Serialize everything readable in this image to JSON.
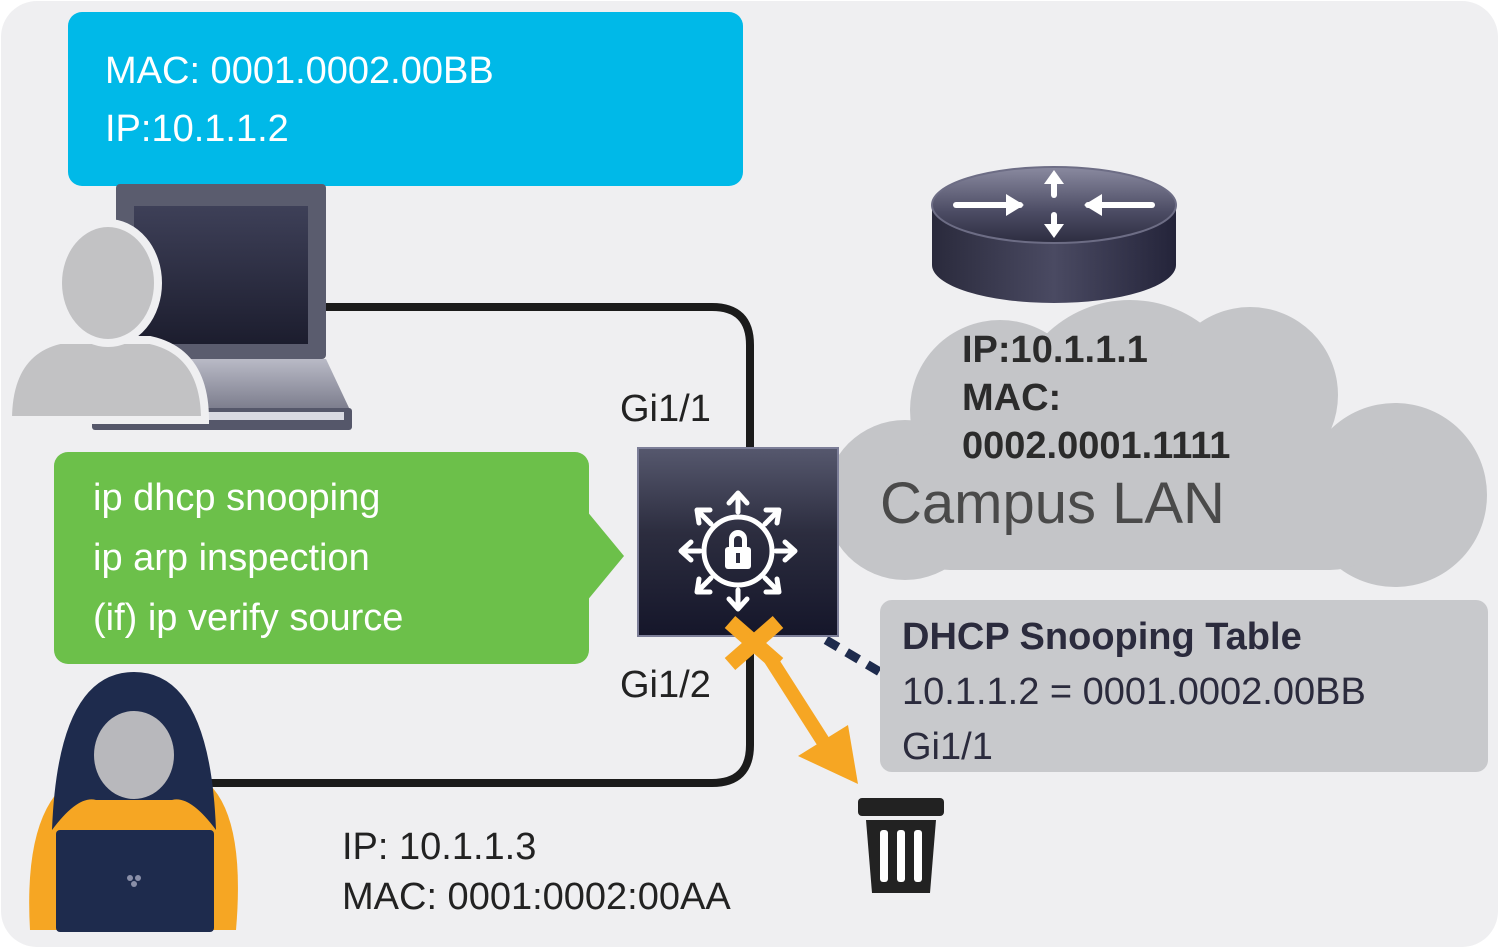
{
  "colors": {
    "background": "#efeff1",
    "host_box": "#00b9e8",
    "config_box": "#6cc04a",
    "cloud": "#c4c5c8",
    "table_box": "#c8c9cc",
    "block_mark": "#f6a623",
    "link": "#1b1b1b",
    "dotted_link": "#1e2b4d"
  },
  "host": {
    "mac": "MAC: 0001.0002.00BB",
    "ip": "IP:10.1.1.2",
    "icons": [
      "user-icon",
      "laptop-icon"
    ]
  },
  "switch": {
    "port_uplink": "Gi1/1",
    "port_attacker": "Gi1/2",
    "icon": "secure-switch-icon"
  },
  "config": {
    "lines": [
      "ip dhcp snooping",
      "ip arp inspection",
      "(if) ip verify source"
    ]
  },
  "router": {
    "icon": "router-icon",
    "ip": "IP:10.1.1.1",
    "mac_label": "MAC:",
    "mac": "0002.0001.1111"
  },
  "cloud": {
    "label": "Campus LAN"
  },
  "dhcp_table": {
    "title": "DHCP Snooping Table",
    "entry": "10.1.1.2 = 0001.0002.00BB",
    "port": "Gi1/1"
  },
  "attacker": {
    "icon": "hacker-icon",
    "ip": "IP: 10.1.1.3",
    "mac": "MAC: 0001:0002:00AA"
  },
  "drop": {
    "icon": "trash-icon",
    "block_icon": "blocked-x-icon"
  }
}
